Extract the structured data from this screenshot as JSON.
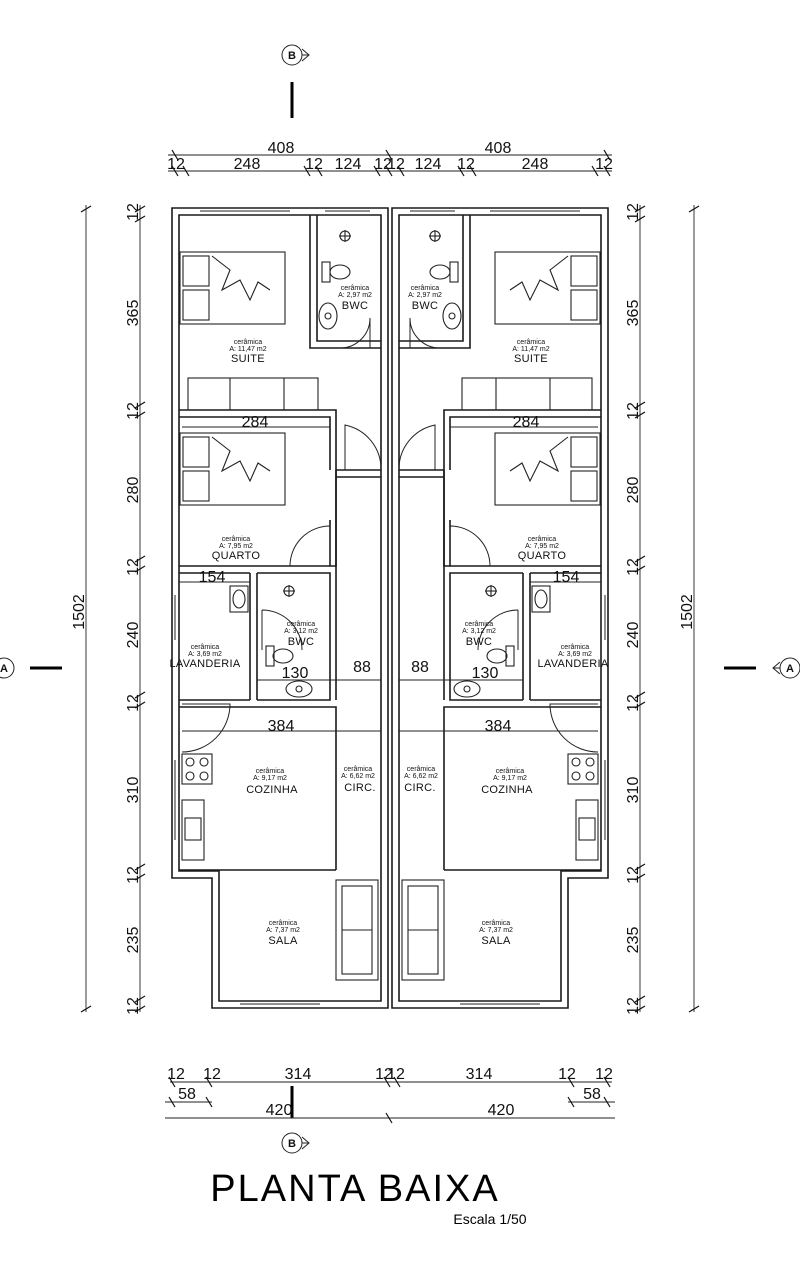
{
  "title": "PLANTA BAIXA",
  "scale": "Escala 1/50",
  "section_marks": {
    "b_top": "B",
    "b_bottom": "B",
    "a_left": "A",
    "a_right": "A"
  },
  "top_dims": {
    "left_total": "408",
    "right_total": "408",
    "left_parts": [
      "12",
      "248",
      "12",
      "124",
      "12"
    ],
    "right_parts": [
      "12",
      "124",
      "12",
      "248",
      "12"
    ]
  },
  "side_dims": {
    "total": "1502",
    "parts": [
      "12",
      "365",
      "12",
      "280",
      "12",
      "240",
      "12",
      "310",
      "12",
      "235",
      "12"
    ]
  },
  "bottom_dims": {
    "row1_left": [
      "12",
      "12",
      "314",
      "12"
    ],
    "row1_right": [
      "12",
      "314",
      "12",
      "12"
    ],
    "left_58": "58",
    "right_58": "58",
    "left_420": "420",
    "right_420": "420"
  },
  "interior_dims": {
    "w284": "284",
    "w154": "154",
    "w130": "130",
    "w88": "88",
    "w384": "384"
  },
  "rooms": {
    "suite": {
      "name": "SUITE",
      "material": "cerâmica",
      "area": "A: 11,47 m2"
    },
    "bwc_suite": {
      "name": "BWC",
      "material": "cerâmica",
      "area": "A: 2,97 m2"
    },
    "quarto": {
      "name": "QUARTO",
      "material": "cerâmica",
      "area": "A: 7,95 m2"
    },
    "bwc": {
      "name": "BWC",
      "material": "cerâmica",
      "area": "A: 3,12 m2"
    },
    "lavanderia": {
      "name": "LAVANDERIA",
      "material": "cerâmica",
      "area": "A: 3,69 m2"
    },
    "cozinha": {
      "name": "COZINHA",
      "material": "cerâmica",
      "area": "A: 9,17 m2"
    },
    "circ": {
      "name": "CIRC.",
      "material": "cerâmica",
      "area": "A: 6,62 m2"
    },
    "sala": {
      "name": "SALA",
      "material": "cerâmica",
      "area": "A: 7,37 m2"
    }
  }
}
